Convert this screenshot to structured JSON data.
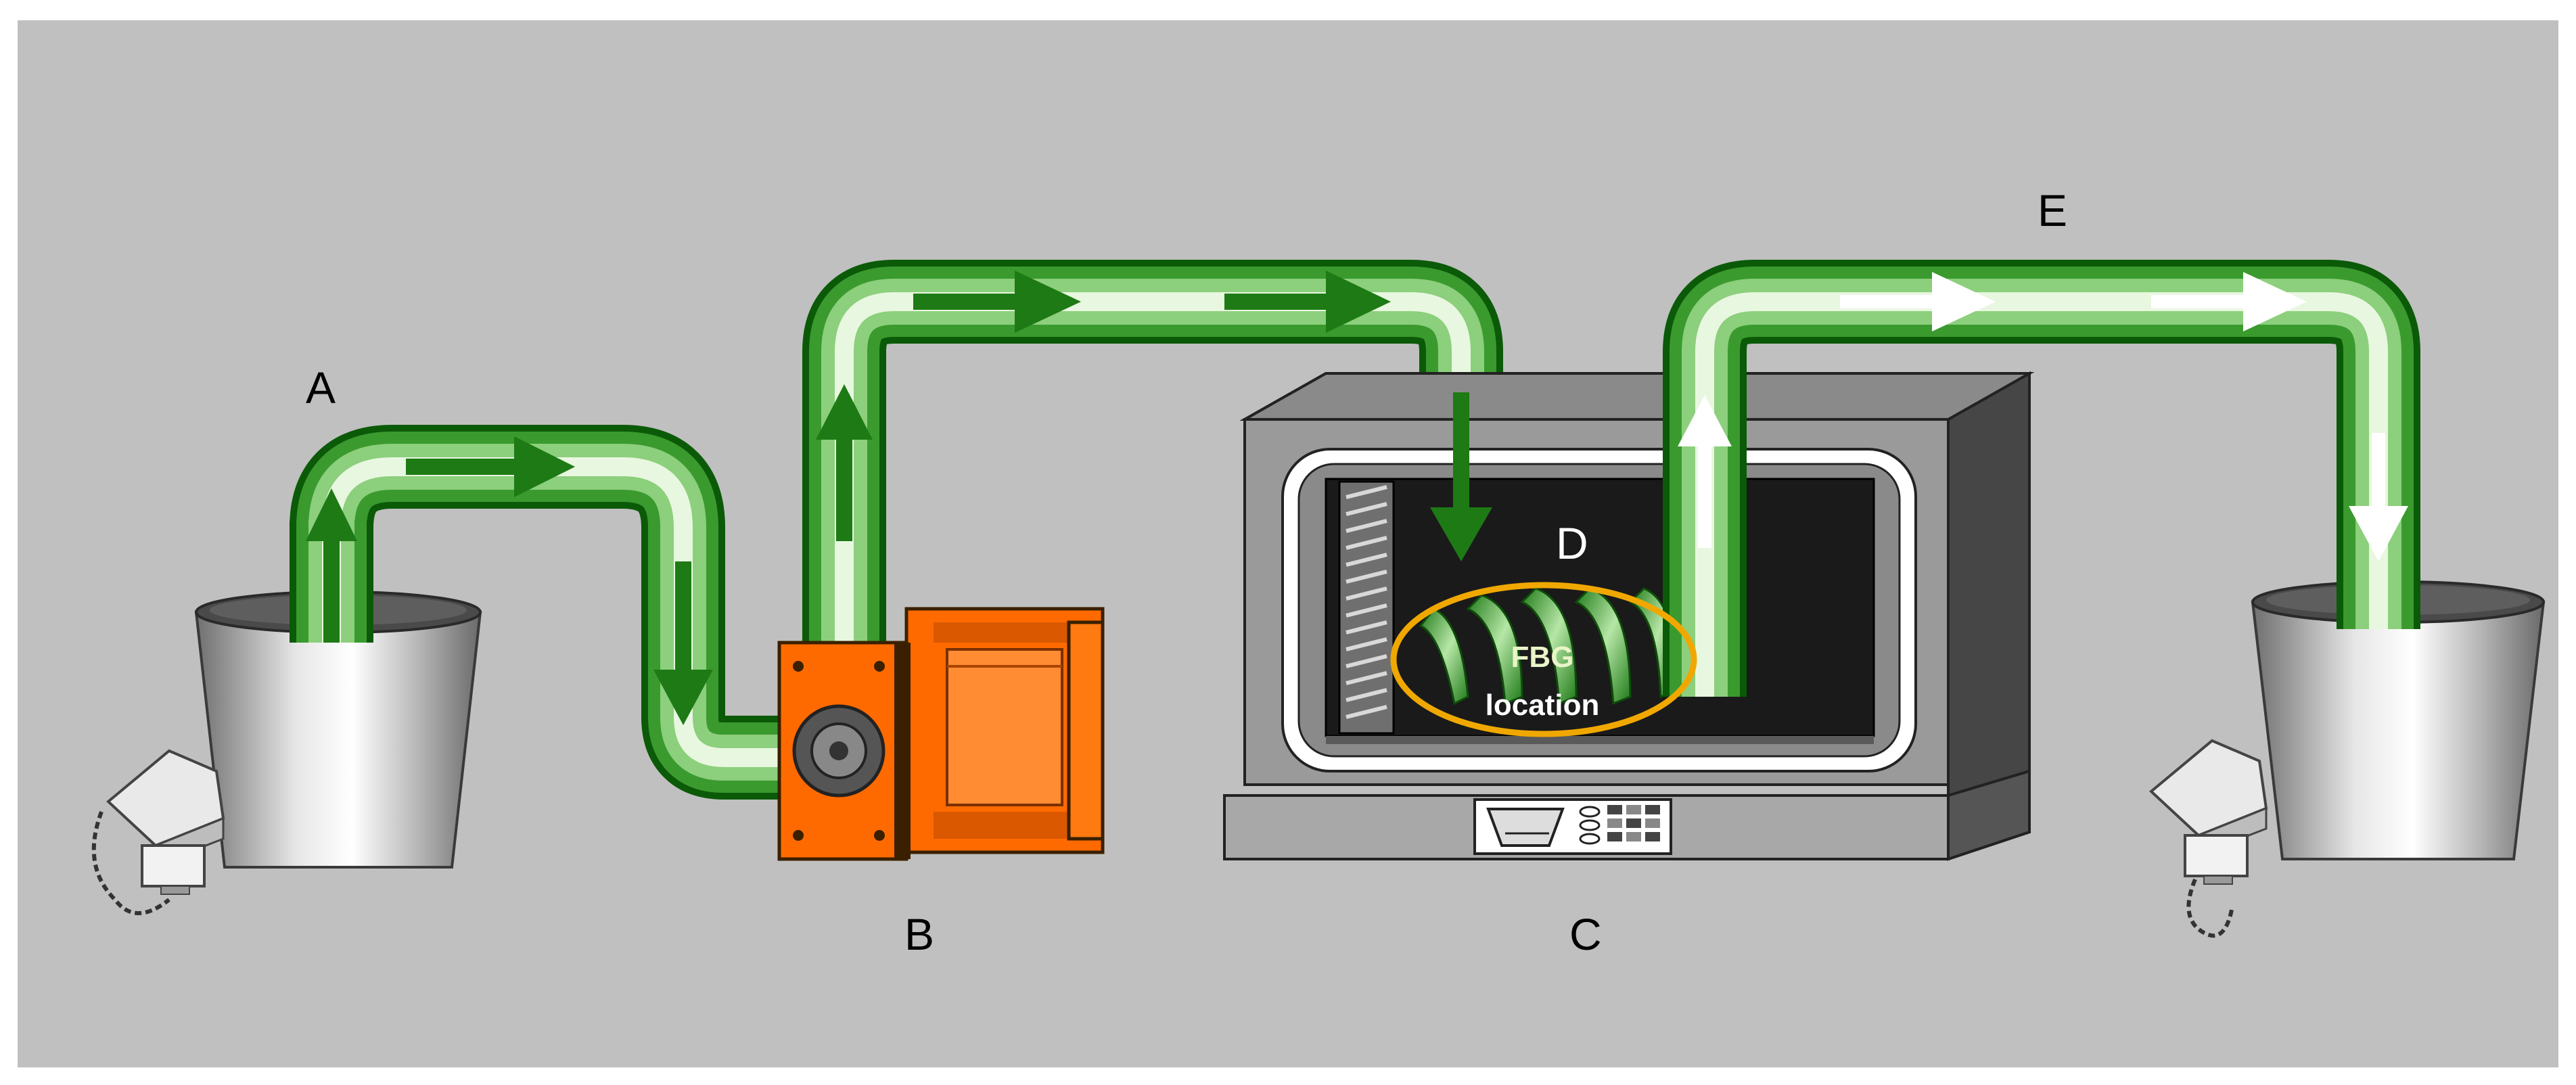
{
  "labels": {
    "a": "A",
    "b": "B",
    "c": "C",
    "d": "D",
    "e": "E"
  },
  "fbg": {
    "line1": "FBG",
    "line2": "location"
  },
  "components": [
    {
      "name": "source-bucket",
      "icon": "bucket-icon"
    },
    {
      "name": "pump",
      "icon": "pump-icon"
    },
    {
      "name": "oven",
      "icon": "oven-icon"
    },
    {
      "name": "coil",
      "icon": "coil-icon"
    },
    {
      "name": "destination-bucket",
      "icon": "bucket-icon"
    }
  ],
  "colors": {
    "background": "#c0c0c0",
    "pipe": "#3a9a2e",
    "arrow": "#1d7a14",
    "pump": "#ff6a00",
    "highlight": "#f0a800"
  }
}
